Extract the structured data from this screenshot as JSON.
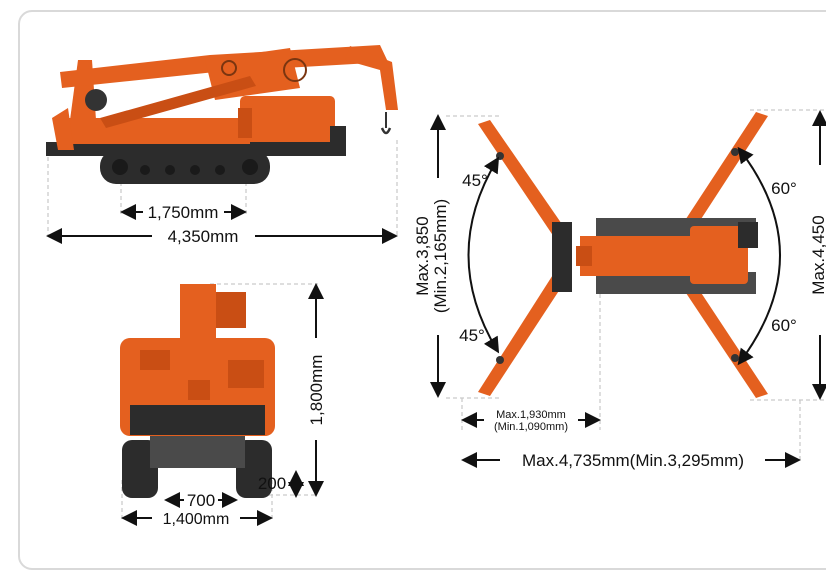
{
  "colors": {
    "machine_orange": "#e4601f",
    "machine_dark": "#2c2c2c",
    "frame_border": "#d9d9d9",
    "dimension_text": "#111111"
  },
  "side_view": {
    "track_span": "1,750mm",
    "overall_length": "4,350mm"
  },
  "front_view": {
    "height": "1,800mm",
    "ground_clearance": "200",
    "inner_width": "700",
    "overall_width": "1,400mm"
  },
  "top_view": {
    "angle_upper_left": "45°",
    "angle_lower_left": "45°",
    "angle_upper_right": "60°",
    "angle_lower_right": "60°",
    "left_span_max": "Max.3,850",
    "left_span_min": "(Min.2,165mm)",
    "right_span_max": "Max.4,450",
    "outrigger_reach_max": "Max.1,930mm",
    "outrigger_reach_min": "(Min.1,090mm)",
    "total_length": "Max.4,735mm(Min.3,295mm)"
  }
}
